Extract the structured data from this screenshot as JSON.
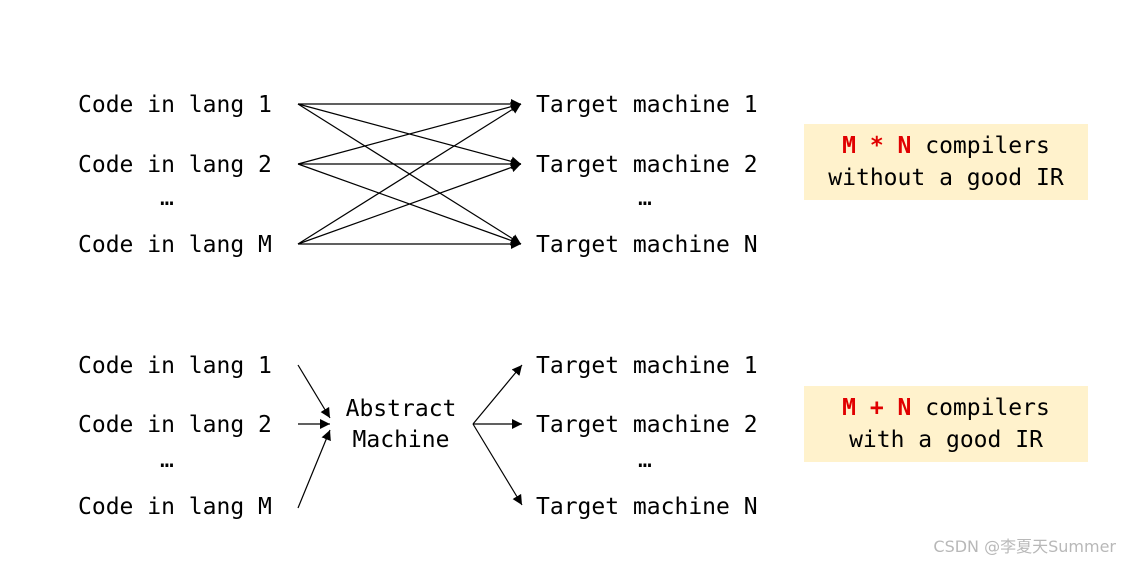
{
  "top": {
    "sources": [
      "Code in lang 1",
      "Code in lang 2",
      "…",
      "Code in lang M"
    ],
    "targets": [
      "Target machine 1",
      "Target machine 2",
      "…",
      "Target machine N"
    ],
    "callout": {
      "highlight": "M * N",
      "rest": " compilers",
      "line2": "without a good IR"
    }
  },
  "bottom": {
    "sources": [
      "Code in lang 1",
      "Code in lang 2",
      "…",
      "Code in lang M"
    ],
    "middle": [
      "Abstract",
      "Machine"
    ],
    "targets": [
      "Target machine 1",
      "Target machine 2",
      "…",
      "Target machine N"
    ],
    "callout": {
      "highlight": "M + N",
      "rest": " compilers",
      "line2": "with a good IR"
    }
  },
  "watermark": "CSDN @李夏天Summer",
  "colors": {
    "highlight": "#e00000",
    "callout_bg": "#fff2cc"
  }
}
